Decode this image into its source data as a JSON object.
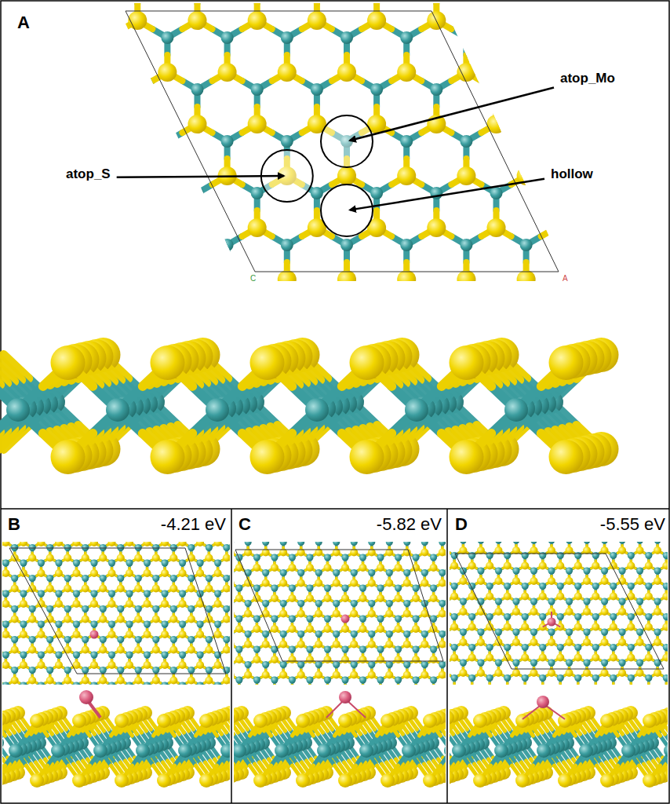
{
  "diagram": {
    "labels": [
      "A",
      "atop_Mo",
      "atop_S",
      "hollow",
      "C",
      "A",
      "B",
      "-4.21 eV",
      "C",
      "-5.82 eV",
      "D",
      "-5.55 eV"
    ]
  }
}
